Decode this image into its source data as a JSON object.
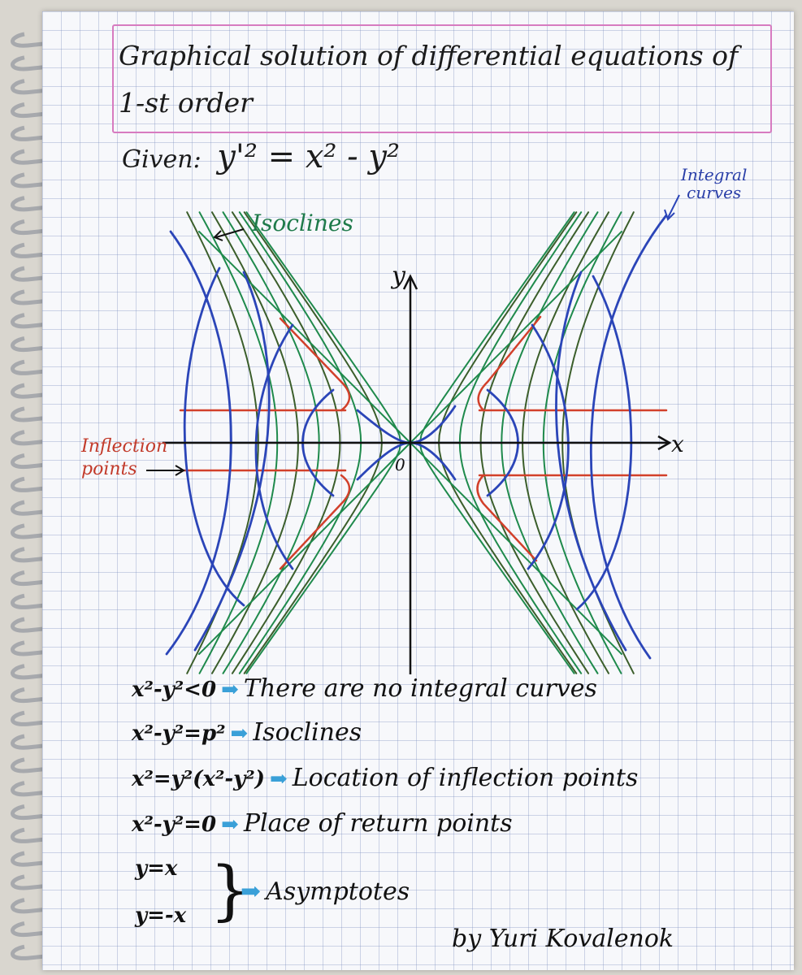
{
  "title": "Graphical solution of differential equations of 1-st order",
  "given": {
    "label": "Given:",
    "equation": "y'² = x² - y²"
  },
  "diagram": {
    "labels": {
      "isoclines": "Isoclines",
      "integral_curves_line1": "Integral",
      "integral_curves_line2": "curves",
      "inflection_line1": "Inflection",
      "inflection_line2": "points",
      "y_axis": "y",
      "x_axis": "x",
      "origin": "0"
    },
    "colors": {
      "isoclines": "#1f8a4c",
      "isoclines_alt": "#3b5e2b",
      "integral_curves": "#2b45b8",
      "inflection": "#d2402b",
      "axes": "#111111",
      "title_box": "#d77bc0",
      "arrow_accent": "#3aa0d8"
    }
  },
  "facts": [
    {
      "lhs": "x²-y²<0",
      "rhs": "There are no integral curves"
    },
    {
      "lhs": "x²-y²=p²",
      "rhs": "Isoclines"
    },
    {
      "lhs": "x²=y²(x²-y²)",
      "rhs": "Location of inflection points"
    },
    {
      "lhs": "x²-y²=0",
      "rhs": "Place of return points"
    }
  ],
  "asymptotes": {
    "eq1": "y=x",
    "eq2": "y=-x",
    "label": "Asymptotes"
  },
  "author": "by Yuri Kovalenok"
}
